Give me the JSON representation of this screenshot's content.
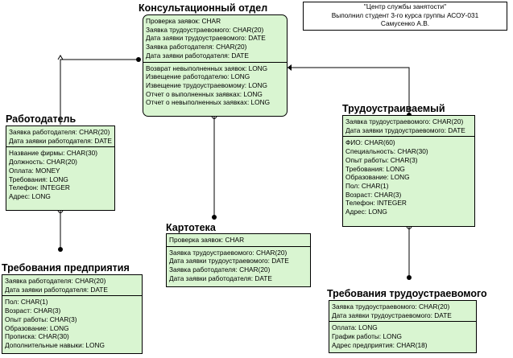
{
  "note": {
    "lines": [
      "\"Центр службы занятости\"",
      "Выполнил студент 3-го курса группы АСОУ-031",
      "Самусенко А.В."
    ]
  },
  "entities": {
    "konsult": {
      "title": "Консультационный отдел",
      "key": [
        "Проверка заявок: CHAR",
        "Заявка трудоустраевомого: CHAR(20)",
        "Дата заявки трудоустраевомого: DATE",
        "Заявка работодателя: CHAR(20)",
        "Дата заявки работодателя: DATE"
      ],
      "attrs": [
        "Возврат невыполненных заявок: LONG",
        "Извещение работодателю: LONG",
        "Извещение трудоустраевомому: LONG",
        "Отчет о выполненных заявках: LONG",
        "Отчет о невыполненных заявках: LONG"
      ]
    },
    "rabotodatel": {
      "title": "Работодатель",
      "key": [
        "Заявка работодателя: CHAR(20)",
        "Дата заявки работодателя: DATE"
      ],
      "attrs": [
        "Название фирмы: CHAR(30)",
        "Должность: CHAR(20)",
        "Оплата: MONEY",
        "Требования: LONG",
        "Телефон: INTEGER",
        "Адрес: LONG"
      ]
    },
    "trudoustr": {
      "title": "Трудоустраиваемый",
      "key": [
        "Заявка трудоустраевомого: CHAR(20)",
        "Дата заявки трудоустраевомого: DATE"
      ],
      "attrs": [
        "ФИО: CHAR(60)",
        "Специальность: CHAR(30)",
        "Опыт работы: CHAR(3)",
        "Требования: LONG",
        "Образование: LONG",
        "Пол: CHAR(1)",
        "Возраст: CHAR(3)",
        "Телефон: INTEGER",
        "Адрес: LONG"
      ]
    },
    "kartoteka": {
      "title": "Картотека",
      "key": [
        "Проверка заявок: CHAR"
      ],
      "attrs": [
        "Заявка трудоустраевомого: CHAR(20)",
        "Дата заявки трудоустраевомого: DATE",
        "Заявка работодателя: CHAR(20)",
        "Дата заявки работодателя: DATE"
      ]
    },
    "treb_pred": {
      "title": "Требования предприятия",
      "key": [
        "Заявка работодателя: CHAR(20)",
        "Дата заявки работодателя: DATE"
      ],
      "attrs": [
        "Пол: CHAR(1)",
        "Возраст: CHAR(3)",
        "Опыт работы: CHAR(3)",
        "Образование: LONG",
        "Прописка: CHAR(30)",
        "Дополнительные навыки: LONG"
      ]
    },
    "treb_trud": {
      "title": "Требования трудоустраевомого",
      "key": [
        "Заявка трудоустраевомого: CHAR(20)",
        "Дата заявки трудоустраевомого: DATE"
      ],
      "attrs": [
        "Оплата: LONG",
        "График работы: LONG",
        "Адрес предприятия: CHAR(18)"
      ]
    }
  }
}
